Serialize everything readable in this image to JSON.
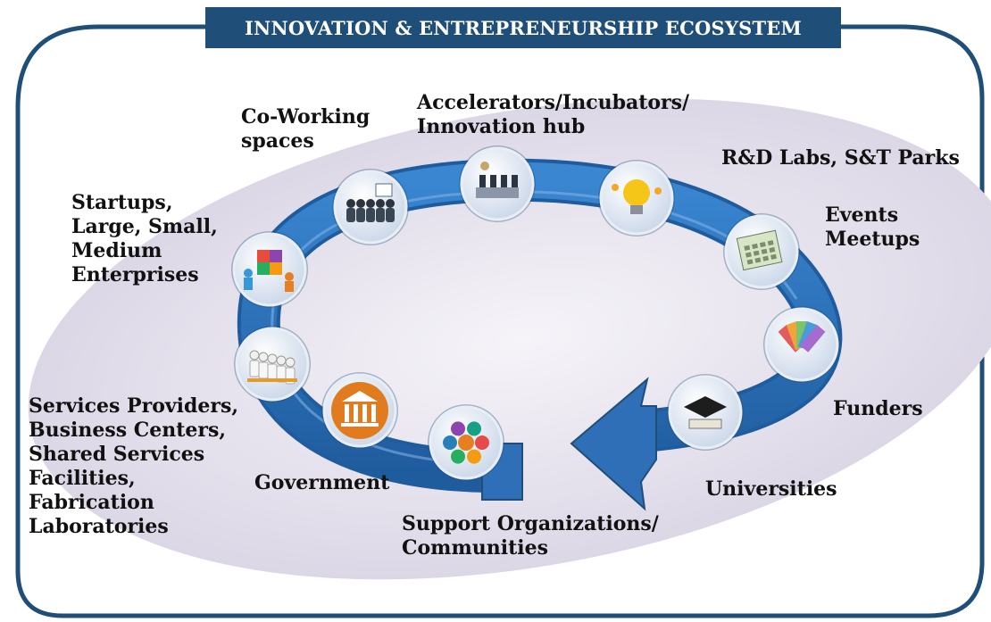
{
  "title": "INNOVATION & ENTREPRENEURSHIP ECOSYSTEM",
  "colors": {
    "frame": "#1f4e79",
    "title_bg": "#1f4e79",
    "title_text": "#ffffff",
    "ring": "#2e6fb8",
    "ellipse": "#e6e2ee",
    "label_text": "#111111"
  },
  "nodes": [
    {
      "label": "Co-Working\nspaces",
      "icon": "meeting-room-icon"
    },
    {
      "label": "Accelerators/Incubators/\nInnovation hub",
      "icon": "chess-strategy-icon"
    },
    {
      "label": "R&D Labs, S&T Parks",
      "icon": "lightbulb-icon"
    },
    {
      "label": "Events\nMeetups",
      "icon": "calendar-icon"
    },
    {
      "label": "Funders",
      "icon": "money-fan-icon"
    },
    {
      "label": "Universities",
      "icon": "graduation-cap-icon"
    },
    {
      "label": "Support Organizations/\nCommunities",
      "icon": "community-people-icon"
    },
    {
      "label": "Government",
      "icon": "government-building-icon"
    },
    {
      "label": "Services Providers,\nBusiness Centers,\nShared Services\nFacilities,\nFabrication\nLaboratories",
      "icon": "service-team-icon"
    },
    {
      "label": "Startups,\nLarge, Small,\nMedium\nEnterprises",
      "icon": "puzzle-team-icon"
    }
  ]
}
